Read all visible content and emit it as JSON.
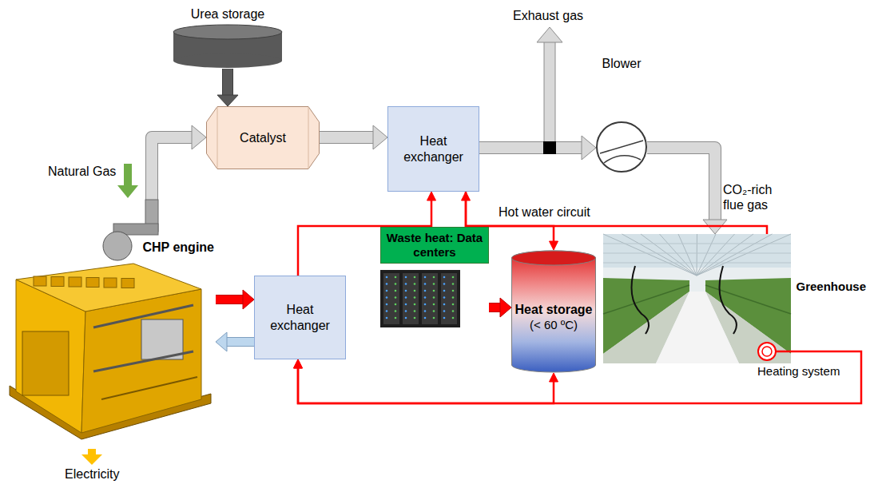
{
  "diagram": {
    "nodes": [
      {
        "text": [
          "Urea storage"
        ]
      },
      {
        "text": [
          "Catalyst"
        ]
      },
      {
        "text": [
          "Heat exchanger"
        ]
      },
      {
        "text": [
          "Blower"
        ]
      },
      {
        "text": [
          "CHP engine"
        ]
      },
      {
        "text": [
          "Heat exchanger"
        ]
      },
      {
        "text": [
          "Waste heat: Data centers"
        ]
      },
      {
        "text": [
          "Heat storage",
          "(< 60 ºC)"
        ]
      },
      {
        "text": [
          "Greenhouse"
        ]
      },
      {
        "text": [
          "Heating system"
        ]
      }
    ],
    "edges": [
      {
        "from": 0,
        "to": 1,
        "arrow": "to"
      },
      {
        "from": 4,
        "to": 1,
        "arrow": "to"
      },
      {
        "from": 1,
        "to": 2,
        "arrow": "to"
      },
      {
        "from": 2,
        "to": 3,
        "arrow": "to"
      },
      {
        "from": 3,
        "to": 8,
        "label": "CO₂-rich flue gas",
        "arrow": "to"
      },
      {
        "from": 4,
        "to": 5,
        "arrow": "to"
      },
      {
        "from": 5,
        "to": 4,
        "arrow": "to"
      },
      {
        "from": 5,
        "to": 2,
        "arrow": "to"
      },
      {
        "from": 2,
        "to": 9,
        "label": "Hot water circuit",
        "arrow": "none"
      },
      {
        "from": 9,
        "to": 5,
        "arrow": "to"
      },
      {
        "from": 7,
        "to": 2,
        "arrow": "both"
      },
      {
        "from": 7,
        "to": 5,
        "arrow": "both"
      },
      {
        "from": 6,
        "to": 7,
        "arrow": "to"
      }
    ],
    "labels": [
      "Exhaust gas",
      "Natural Gas",
      "Electricity"
    ]
  }
}
